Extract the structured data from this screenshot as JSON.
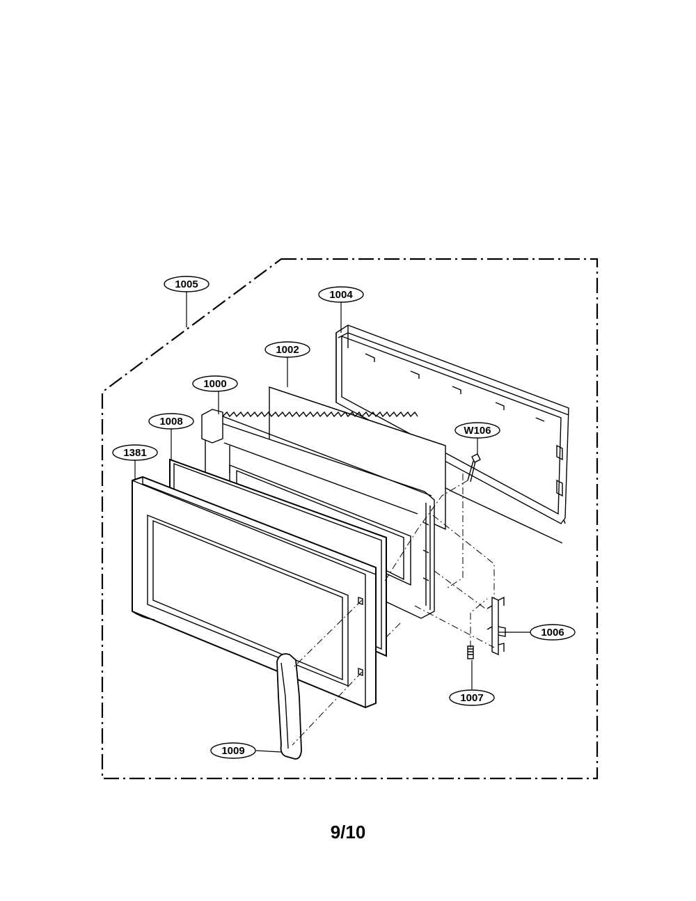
{
  "diagram": {
    "parts": {
      "p1005": "1005",
      "p1004": "1004",
      "p1002": "1002",
      "p1000": "1000",
      "p1008": "1008",
      "p1381": "1381",
      "pW106": "W106",
      "p1006": "1006",
      "p1007": "1007",
      "p1009": "1009"
    },
    "page_number": "9/10",
    "colors": {
      "line": "#000000",
      "paper": "#ffffff"
    }
  }
}
